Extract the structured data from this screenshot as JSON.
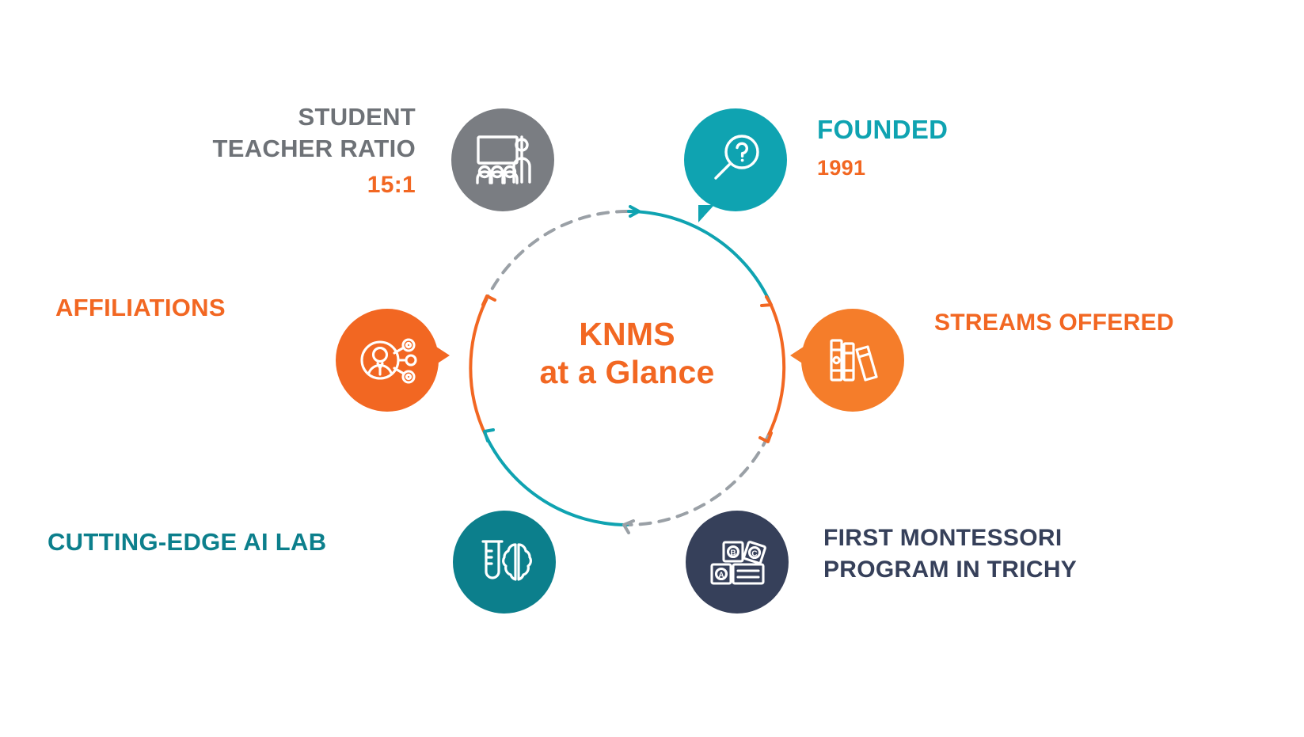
{
  "center": {
    "line1": "KNMS",
    "line2": "at a Glance",
    "color": "#F26722"
  },
  "colors": {
    "orange": "#F26722",
    "teal": "#0FA3B1",
    "dark_teal": "#0C7F8C",
    "gray": "#7A7D82",
    "navy": "#36405A",
    "ring_gray": "#9AA0A6"
  },
  "nodes": [
    {
      "id": "student-teacher-ratio",
      "title": "STUDENT",
      "title2": "TEACHER RATIO",
      "value": "15:1",
      "icon": "classroom-teaching-icon",
      "bubble_color": "#7A7D82",
      "title_color": "#6E7277",
      "value_color": "#F26722"
    },
    {
      "id": "founded",
      "title": "FOUNDED",
      "value": "1991",
      "icon": "magnifier-question-icon",
      "bubble_color": "#0FA3B1",
      "title_color": "#0FA3B1",
      "value_color": "#F26722"
    },
    {
      "id": "streams-offered",
      "title": "STREAMS OFFERED",
      "icon": "books-icon",
      "bubble_color": "#F57D2A",
      "title_color": "#F26722"
    },
    {
      "id": "first-montessori-program",
      "title": "FIRST MONTESSORI",
      "title2": "PROGRAM IN TRICHY",
      "icon": "alphabet-blocks-icon",
      "bubble_color": "#36405A",
      "title_color": "#36405A"
    },
    {
      "id": "cutting-edge-ai-lab",
      "title": "CUTTING-EDGE AI LAB",
      "icon": "test-tube-brain-icon",
      "bubble_color": "#0C7F8C",
      "title_color": "#0C7F8C"
    },
    {
      "id": "affiliations",
      "title": "AFFILIATIONS",
      "icon": "person-network-icon",
      "bubble_color": "#F26722",
      "title_color": "#F26722"
    }
  ]
}
